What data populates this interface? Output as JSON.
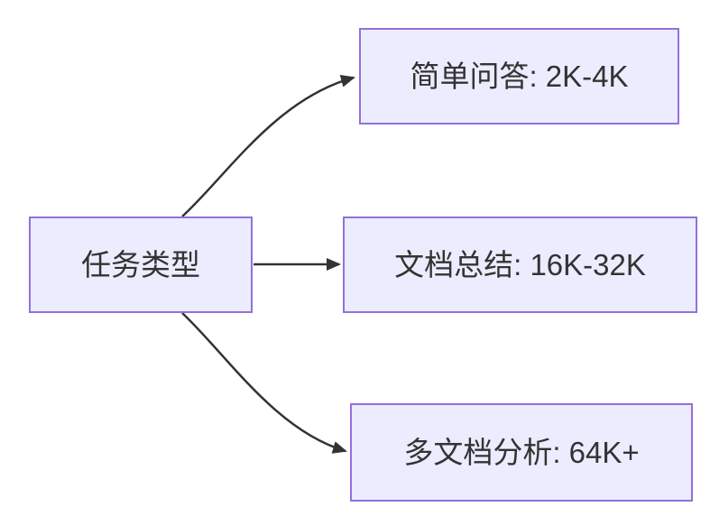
{
  "diagram": {
    "type": "flowchart-LR",
    "root": {
      "label": "任务类型"
    },
    "branches": [
      {
        "label": "简单问答: 2K-4K"
      },
      {
        "label": "文档总结: 16K-32K"
      },
      {
        "label": "多文档分析: 64K+"
      }
    ],
    "edges": [
      {
        "from": "任务类型",
        "to": "简单问答: 2K-4K"
      },
      {
        "from": "任务类型",
        "to": "文档总结: 16K-32K"
      },
      {
        "from": "任务类型",
        "to": "多文档分析: 64K+"
      }
    ]
  },
  "colors": {
    "node-fill": "#ECECFF",
    "node-border": "#9370DB",
    "edge-stroke": "#333333",
    "text": "#333333",
    "background": "#FFFFFF"
  }
}
